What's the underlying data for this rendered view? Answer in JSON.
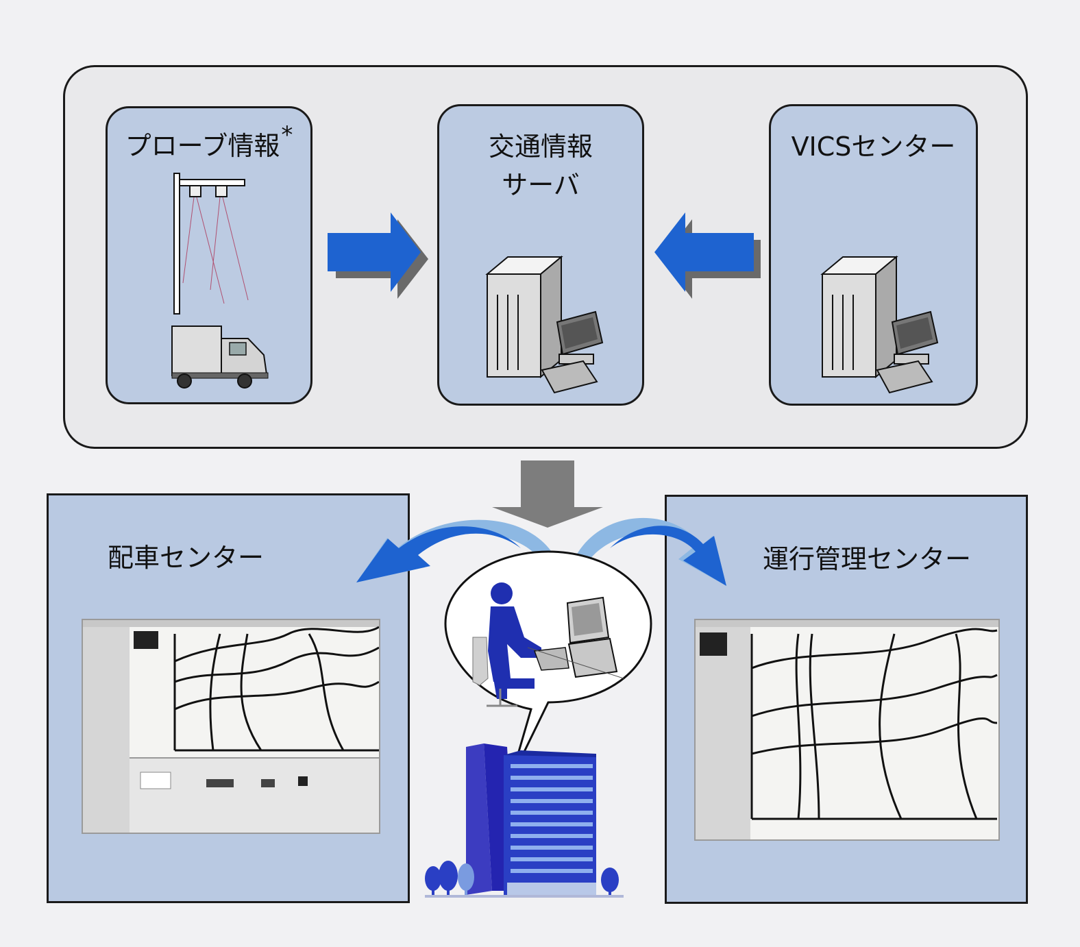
{
  "top_group": {
    "probe": {
      "label": "プローブ情報",
      "asterisk": "*",
      "icons": [
        "roadside-sensor-icon",
        "truck-icon"
      ]
    },
    "server": {
      "label_line1": "交通情報",
      "label_line2": "サーバ",
      "icons": [
        "server-tower-icon",
        "monitor-icon",
        "keyboard-icon"
      ]
    },
    "vics": {
      "label": "VICSセンター",
      "icons": [
        "server-tower-icon",
        "monitor-icon",
        "keyboard-icon"
      ]
    }
  },
  "dispatch_center": {
    "label": "配車センター",
    "icons": [
      "map-screen-icon"
    ]
  },
  "operations_center": {
    "label": "運行管理センター",
    "icons": [
      "map-screen-icon"
    ]
  },
  "hub": {
    "icons": [
      "operator-at-computer-icon",
      "office-building-icon",
      "tree-icon"
    ]
  },
  "colors": {
    "node_fill": "#bccbe2",
    "arrow_blue": "#1e63d0",
    "arrow_light": "#8db8e3",
    "arrow_gray": "#7d7d7d",
    "building_blue": "#1f35b8"
  }
}
